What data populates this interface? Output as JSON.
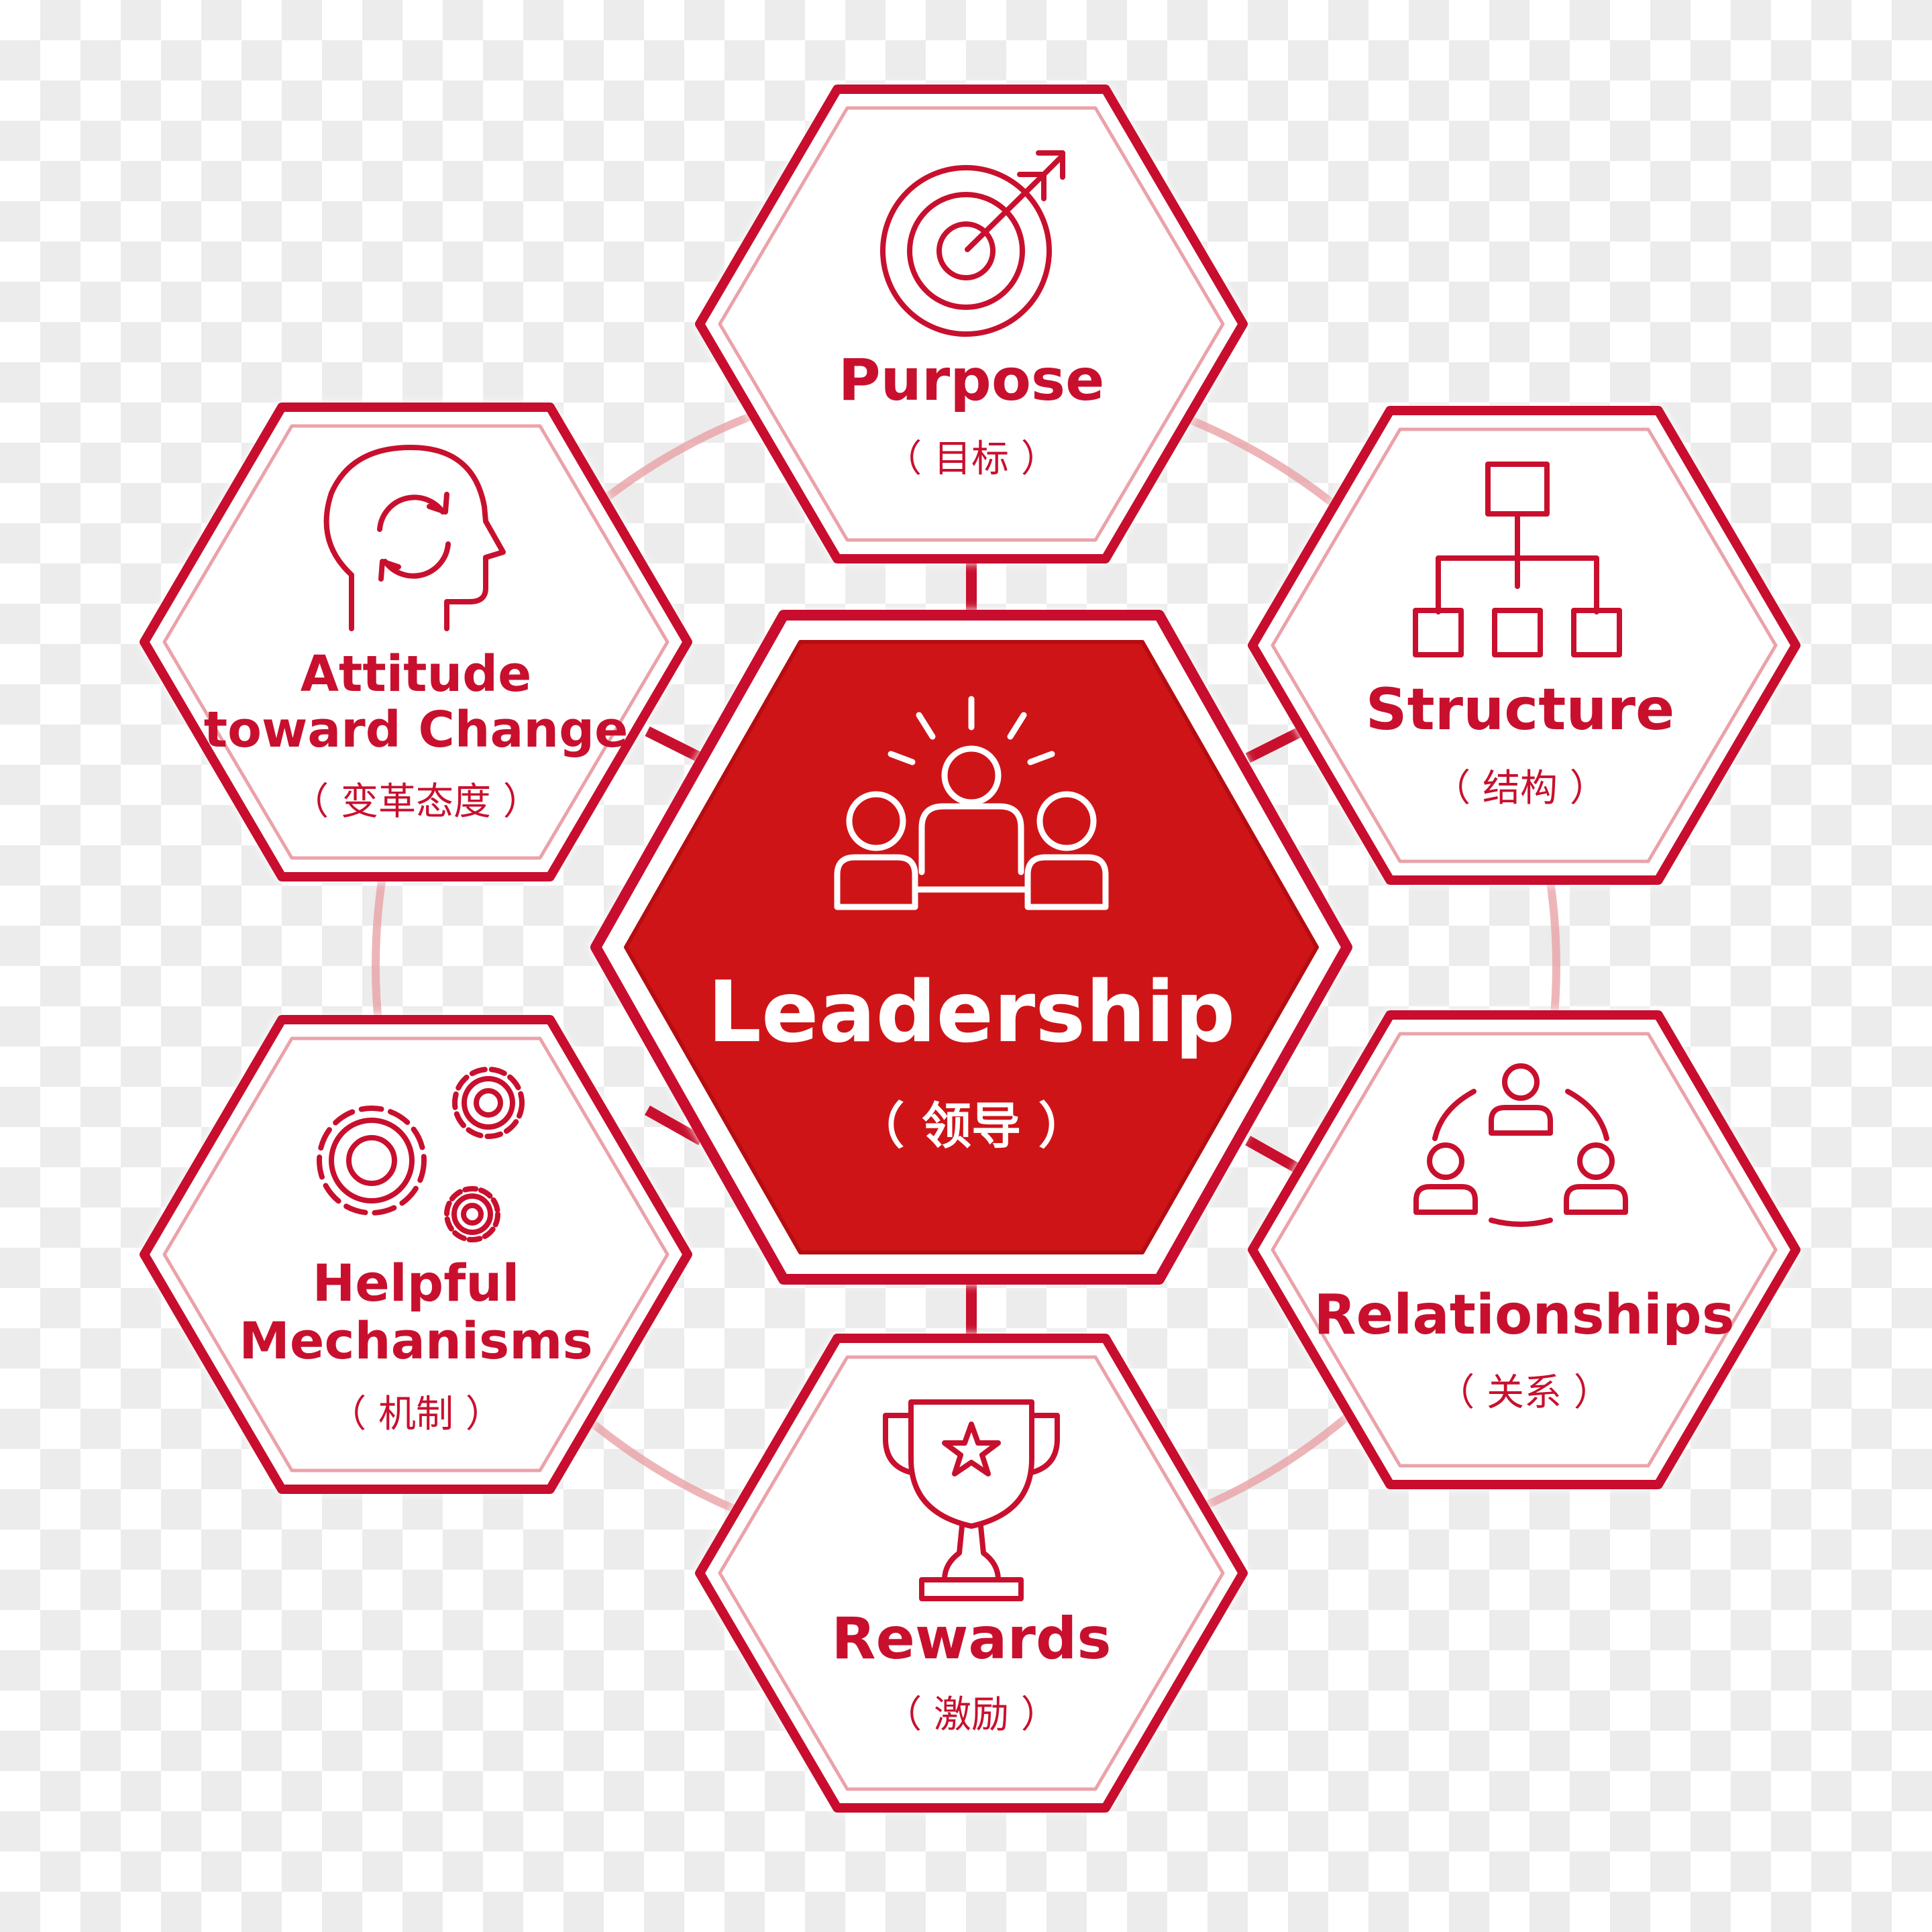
{
  "center": {
    "title": "Leadership",
    "subtitle": "（ 领导 ）"
  },
  "nodes": [
    {
      "id": "purpose",
      "lines": [
        "Purpose"
      ],
      "subtitle": "（ 目标 ）",
      "icon": "target-icon"
    },
    {
      "id": "structure",
      "lines": [
        "Structure"
      ],
      "subtitle": "（ 结构 ）",
      "icon": "org-chart-icon"
    },
    {
      "id": "relationships",
      "lines": [
        "Relationships"
      ],
      "subtitle": "（ 关系 ）",
      "icon": "people-network-icon"
    },
    {
      "id": "rewards",
      "lines": [
        "Rewards"
      ],
      "subtitle": "（ 激励 ）",
      "icon": "trophy-icon"
    },
    {
      "id": "mechanisms",
      "lines": [
        "Helpful",
        "Mechanisms"
      ],
      "subtitle": "（ 机制 ）",
      "icon": "gears-icon"
    },
    {
      "id": "attitude",
      "lines": [
        "Attitude",
        "toward Change"
      ],
      "subtitle": "（ 变革态度 ）",
      "icon": "head-cycle-icon"
    }
  ],
  "colors": {
    "primary": "#c8102e",
    "ring": "#eaa2a8",
    "white": "#ffffff"
  }
}
